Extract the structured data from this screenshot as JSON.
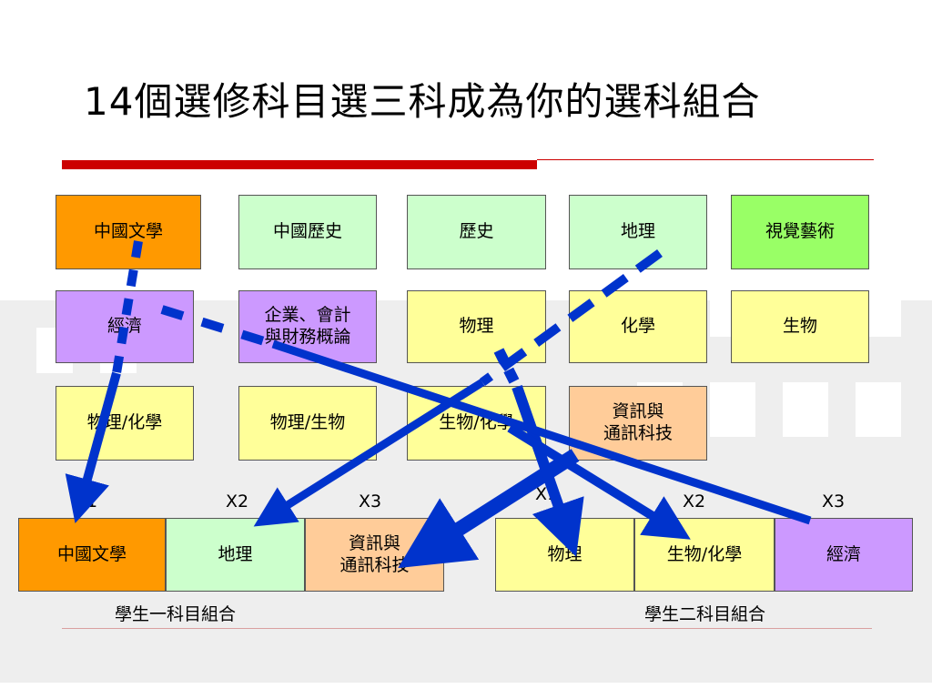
{
  "title": "14個選修科目選三科成為你的選科組合",
  "colors": {
    "orange": "#ff9900",
    "light_green": "#ccffcc",
    "green": "#99ff66",
    "purple": "#cc99ff",
    "yellow": "#ffff99",
    "peach": "#ffcc99",
    "arrow": "#0033cc",
    "accent_red": "#cc0000"
  },
  "subjects": {
    "r1": [
      "中國文學",
      "中國歷史",
      "歷史",
      "地理",
      "視覺藝術"
    ],
    "r2": [
      "經濟",
      "企業、會計\n與財務概論",
      "物理",
      "化學",
      "生物"
    ],
    "r3": [
      "物理/化學",
      "物理/生物",
      "生物/化學",
      "資訊與\n通訊科技"
    ]
  },
  "combo1": {
    "labels": [
      "X1",
      "X2",
      "X3"
    ],
    "items": [
      "中國文學",
      "地理",
      "資訊與\n通訊科技"
    ],
    "caption": "學生一科目組合"
  },
  "combo2": {
    "labels": [
      "X1",
      "X2",
      "X3"
    ],
    "items": [
      "物理",
      "生物/化學",
      "經濟"
    ],
    "caption": "學生二科目組合"
  }
}
